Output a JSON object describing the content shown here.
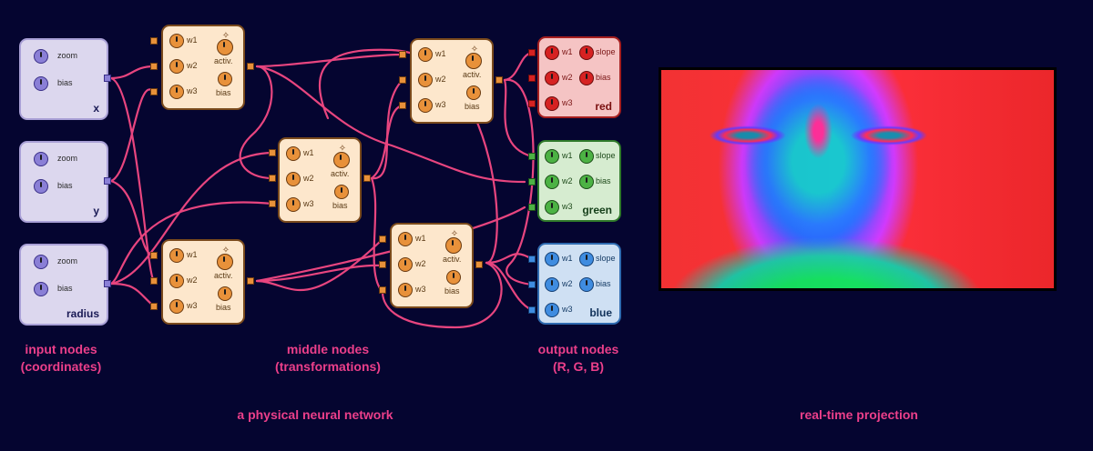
{
  "inputs": [
    {
      "knob1": "zoom",
      "knob2": "bias",
      "name": "x"
    },
    {
      "knob1": "zoom",
      "knob2": "bias",
      "name": "y"
    },
    {
      "knob1": "zoom",
      "knob2": "bias",
      "name": "radius"
    }
  ],
  "middle": {
    "w1": "w1",
    "w2": "w2",
    "w3": "w3",
    "activation": "activ.",
    "bias": "bias"
  },
  "outputs": [
    {
      "w1": "w1",
      "w2": "w2",
      "w3": "w3",
      "slope": "slope",
      "bias": "bias",
      "name": "red"
    },
    {
      "w1": "w1",
      "w2": "w2",
      "w3": "w3",
      "slope": "slope",
      "bias": "bias",
      "name": "green"
    },
    {
      "w1": "w1",
      "w2": "w2",
      "w3": "w3",
      "slope": "slope",
      "bias": "bias",
      "name": "blue"
    }
  ],
  "captions": {
    "inputs_line1": "input nodes",
    "inputs_line2": "(coordinates)",
    "middle_line1": "middle nodes",
    "middle_line2": "(transformations)",
    "outputs_line1": "output nodes",
    "outputs_line2": "(R, G, B)",
    "network": "a physical neural network",
    "projection": "real-time projection"
  },
  "colors": {
    "background": "#050530",
    "wire": "#e8457f",
    "caption": "#ec3f8a",
    "input_node": "#dcd7ee",
    "middle_node": "#fde7cc",
    "red_node": "#f5c4c4",
    "green_node": "#d6ecd0",
    "blue_node": "#cfe0f3"
  }
}
